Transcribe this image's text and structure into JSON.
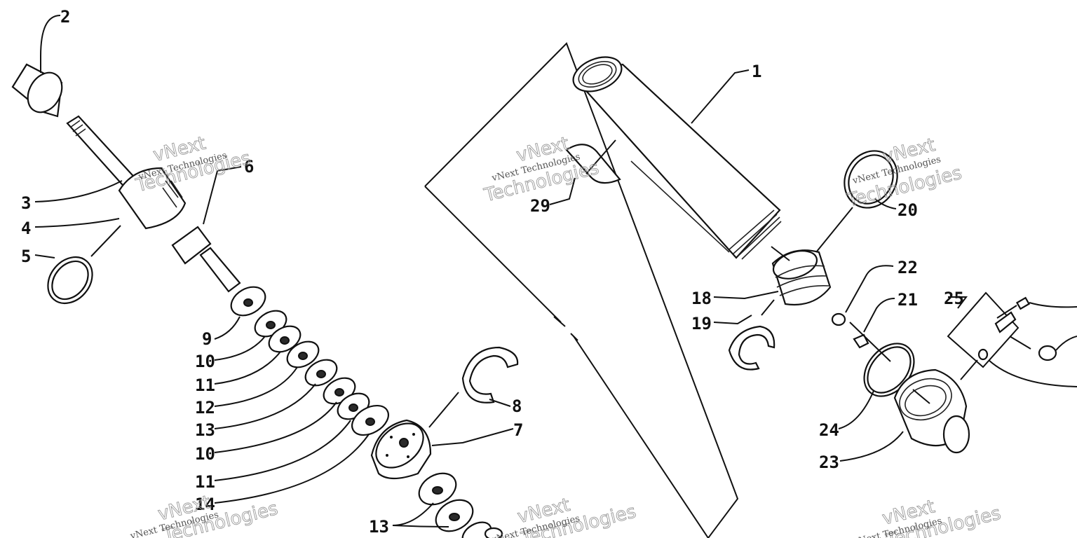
{
  "part_labels": [
    "1",
    "2",
    "3",
    "4",
    "5",
    "6",
    "7",
    "8",
    "9",
    "10",
    "11",
    "12",
    "13",
    "10",
    "11",
    "14",
    "13",
    "18",
    "19",
    "20",
    "21",
    "22",
    "23",
    "24",
    "25",
    "29"
  ],
  "watermark": {
    "small": "vNext Technologies",
    "big_top": "vNext",
    "big_bottom": "Technologies"
  },
  "colors": {
    "ink": "#111111",
    "paper": "#ffffff",
    "watermark": "#9a9a9a"
  }
}
